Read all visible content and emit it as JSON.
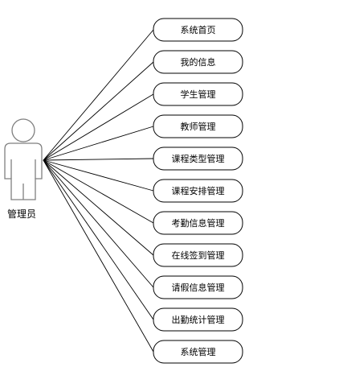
{
  "actor": {
    "label": "管理员",
    "icon": "user-actor-icon"
  },
  "use_cases": [
    {
      "label": "系统首页"
    },
    {
      "label": "我的信息"
    },
    {
      "label": "学生管理"
    },
    {
      "label": "教师管理"
    },
    {
      "label": "课程类型管理"
    },
    {
      "label": "课程安排管理"
    },
    {
      "label": "考勤信息管理"
    },
    {
      "label": "在线签到管理"
    },
    {
      "label": "请假信息管理"
    },
    {
      "label": "出勤统计管理"
    },
    {
      "label": "系统管理"
    }
  ],
  "colors": {
    "stroke": "#000000",
    "actor_fill": "#ffffff",
    "actor_stroke": "#7f7f7f",
    "background": "#ffffff"
  }
}
